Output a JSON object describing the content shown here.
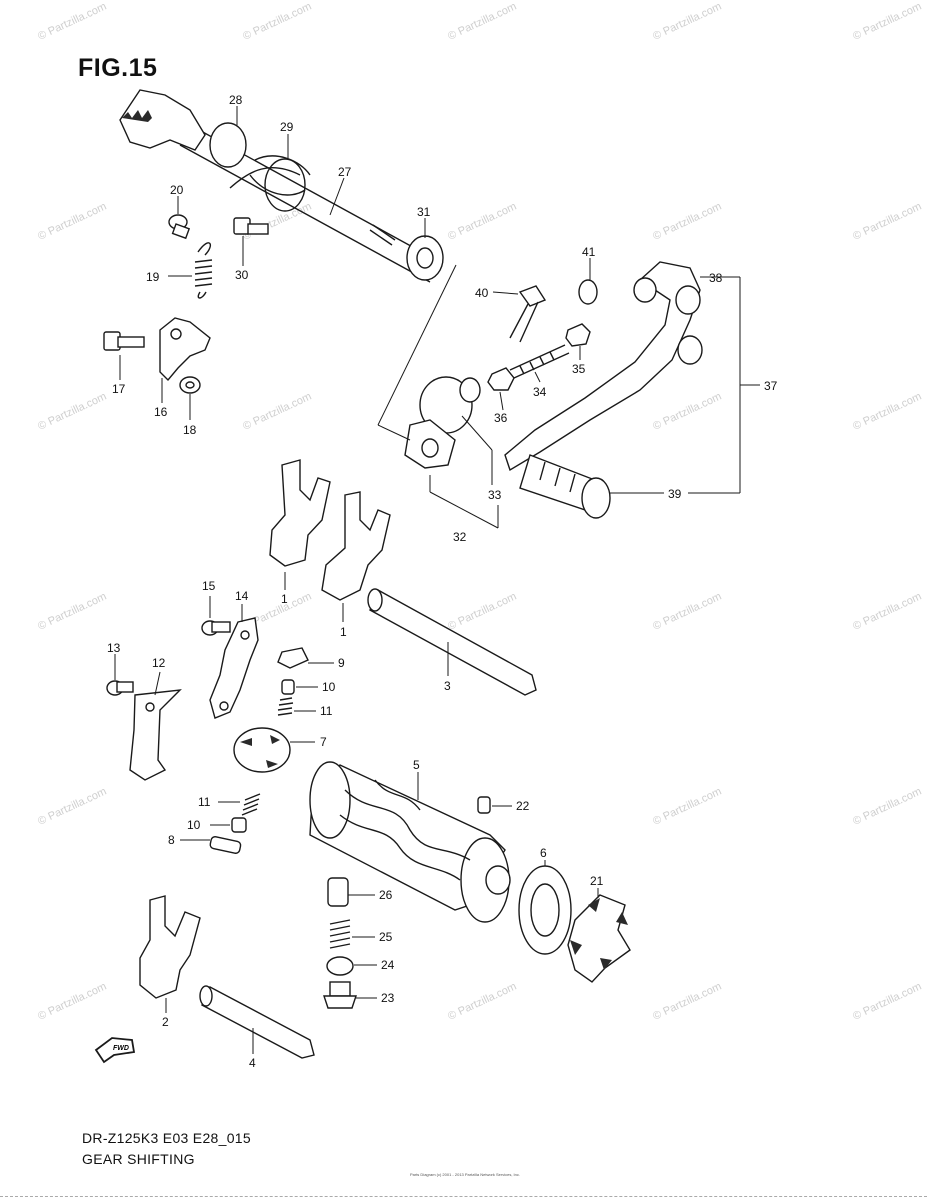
{
  "figure": {
    "title": "FIG.15",
    "model_code": "DR-Z125K3 E03 E28_015",
    "section_name": "GEAR SHIFTING",
    "footer_fine_print": "Parts Diagram (c) 2001 - 2013 Partzilla Network Services, Inc.",
    "watermark_text": "© Partzilla.com",
    "fwd_label": "FWD"
  },
  "callouts": {
    "c1a": "1",
    "c1b": "1",
    "c2": "2",
    "c3": "3",
    "c4": "4",
    "c5": "5",
    "c6": "6",
    "c7": "7",
    "c8": "8",
    "c9": "9",
    "c10a": "10",
    "c10b": "10",
    "c11a": "11",
    "c11b": "11",
    "c12": "12",
    "c13": "13",
    "c14": "14",
    "c15": "15",
    "c16": "16",
    "c17": "17",
    "c18": "18",
    "c19": "19",
    "c20": "20",
    "c21": "21",
    "c22": "22",
    "c23": "23",
    "c24": "24",
    "c25": "25",
    "c26": "26",
    "c27": "27",
    "c28": "28",
    "c29": "29",
    "c30": "30",
    "c31": "31",
    "c32": "32",
    "c33": "33",
    "c34": "34",
    "c35": "35",
    "c36": "36",
    "c37": "37",
    "c38": "38",
    "c39": "39",
    "c40": "40",
    "c41": "41"
  }
}
